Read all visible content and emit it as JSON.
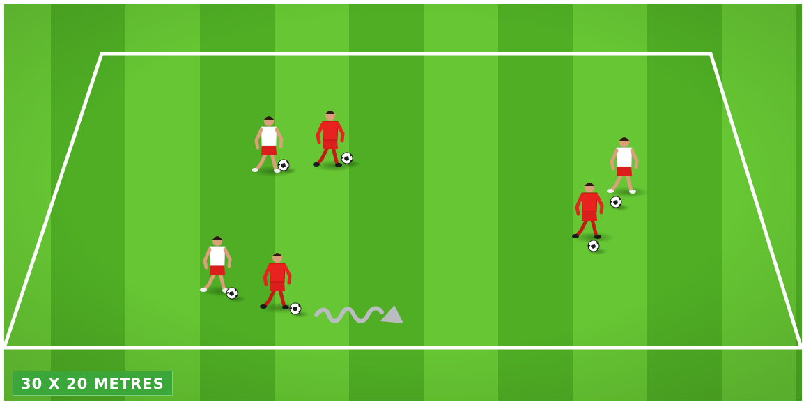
{
  "drill": {
    "area_label": "30 X 20 METRES"
  },
  "colors": {
    "grass_light": "#66c633",
    "grass_dark": "#4fae24",
    "lines": "#ffffff",
    "team_red_shirt": "#e8231f",
    "team_white_shirt": "#ffffff",
    "shorts_red": "#d91e1b",
    "movement_arrow": "#b9bcc0"
  },
  "diagram": {
    "players": [
      {
        "team": "white",
        "kit": "white-shirt-red-shorts",
        "has_ball": true
      },
      {
        "team": "red",
        "kit": "all-red",
        "has_ball": true
      },
      {
        "team": "white",
        "kit": "white-shirt-red-shorts",
        "has_ball": true
      },
      {
        "team": "red",
        "kit": "all-red",
        "has_ball": true
      },
      {
        "team": "white",
        "kit": "white-shirt-red-shorts",
        "has_ball": true
      },
      {
        "team": "red",
        "kit": "all-red",
        "has_ball": true
      }
    ],
    "balls": 6,
    "arrow": {
      "type": "dribble",
      "style": "wavy",
      "direction": "right"
    }
  }
}
